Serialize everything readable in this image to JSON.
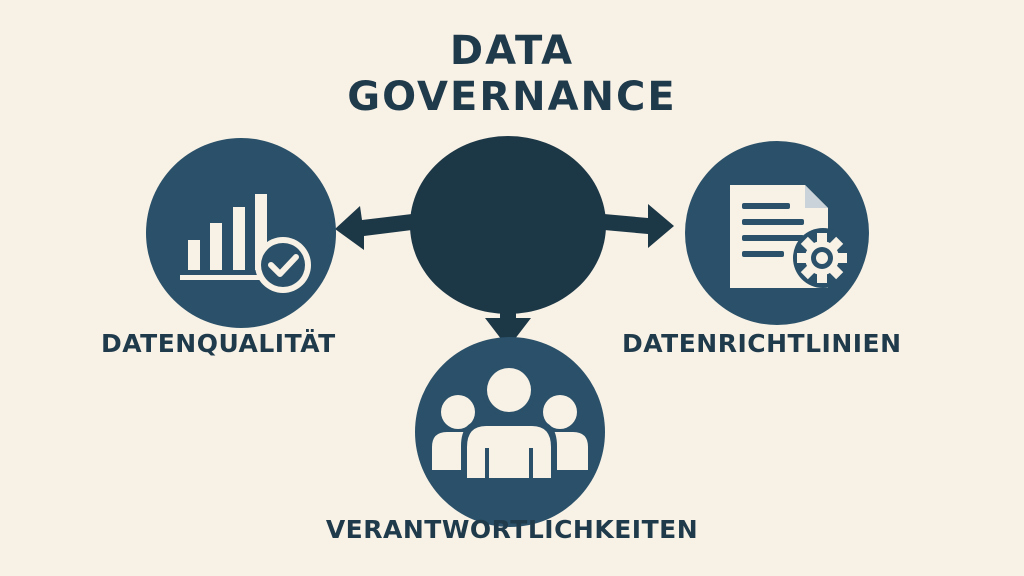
{
  "title": {
    "line1": "DATA",
    "line2": "GOVERNANCE"
  },
  "nodes": {
    "quality": {
      "label": "DATENQUALITÄT",
      "icon": "bar-chart-check-icon"
    },
    "policies": {
      "label": "DATENRICHTLINIEN",
      "icon": "document-gear-icon"
    },
    "responsibilities": {
      "label": "VERANTWORTLICHKEITEN",
      "icon": "people-group-icon"
    }
  },
  "colors": {
    "background": "#f8f1e6",
    "center": "#1c3746",
    "circle": "#2a5169",
    "text": "#1f3a4b",
    "icon": "#f8f1e6"
  }
}
